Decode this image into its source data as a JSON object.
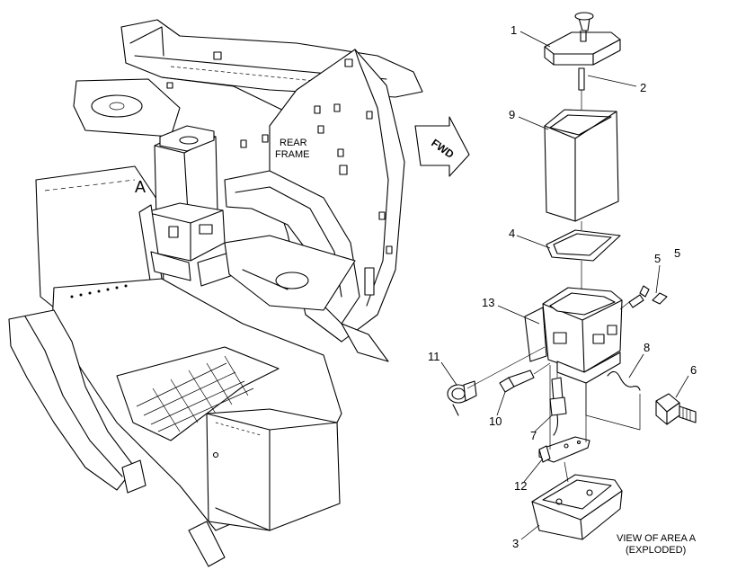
{
  "labels": {
    "rear_frame": [
      "REAR",
      "FRAME"
    ],
    "area": "A",
    "fwd": "FWD",
    "view_caption": [
      "VIEW OF AREA A",
      "(EXPLODED)"
    ]
  },
  "callouts": [
    "1",
    "2",
    "9",
    "4",
    "5",
    "5",
    "13",
    "8",
    "6",
    "11",
    "10",
    "7",
    "12",
    "3"
  ]
}
